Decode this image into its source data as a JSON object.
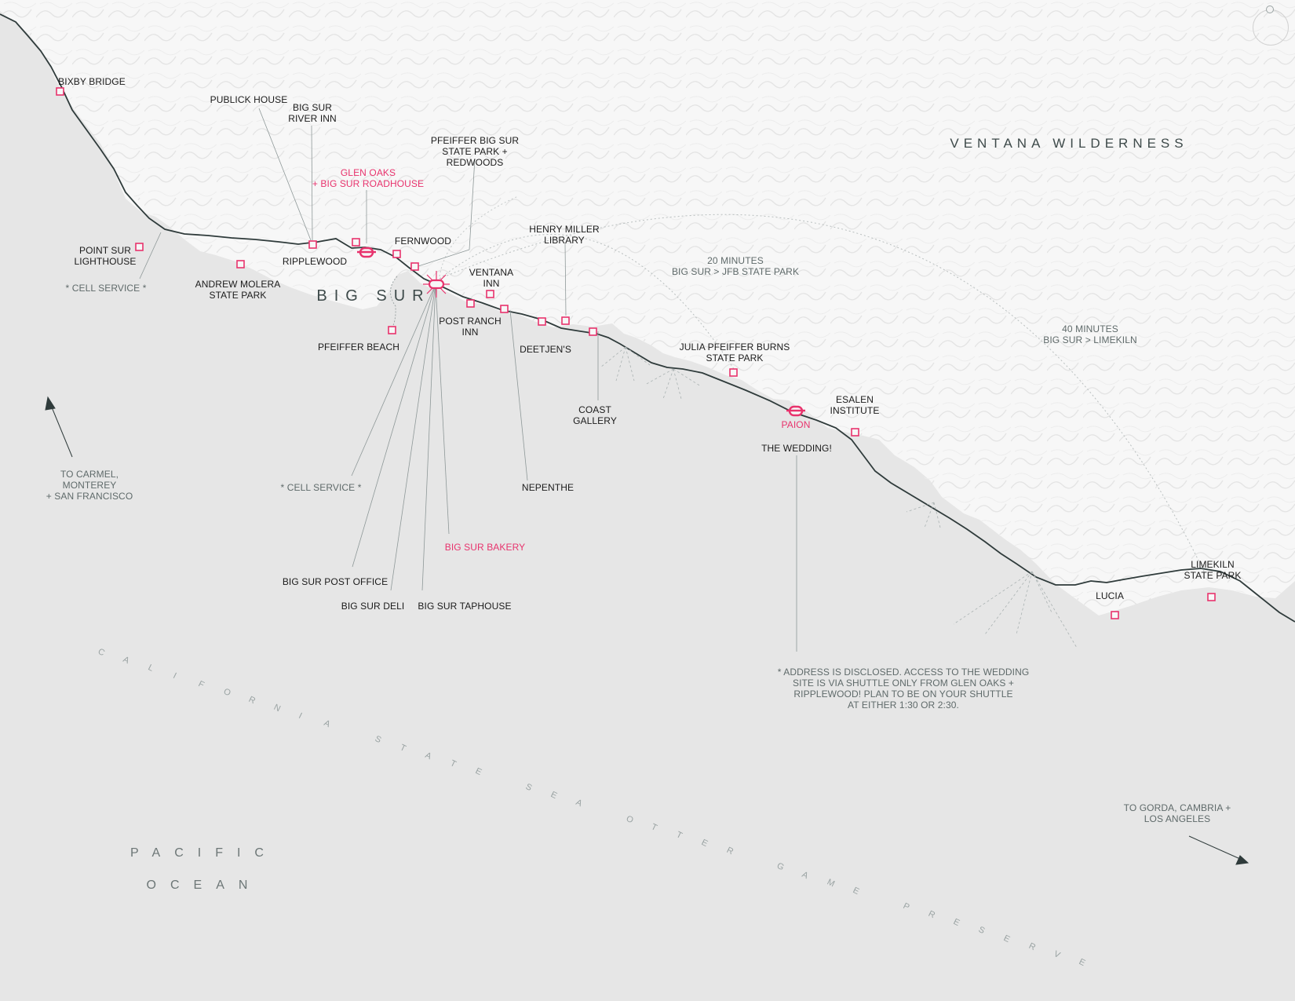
{
  "map": {
    "regions": {
      "ventana": "VENTANA WILDERNESS",
      "big_sur": "BIG SUR",
      "pacific": "PACIFIC",
      "ocean": "OCEAN",
      "preserve": "CALIFORNIA STATE SEA OTTER GAME PRESERVE"
    },
    "places": {
      "bixby": "BIXBY BRIDGE",
      "publick": "PUBLICK HOUSE",
      "river_inn": "BIG SUR\nRIVER INN",
      "pfeiffer_redwoods": "PFEIFFER BIG SUR\nSTATE PARK +\nREDWOODS",
      "glen_oaks": "GLEN OAKS\n+ BIG SUR ROADHOUSE",
      "point_sur": "POINT SUR\nLIGHTHOUSE",
      "ripplewood": "RIPPLEWOOD",
      "fernwood": "FERNWOOD",
      "henry_miller": "HENRY MILLER\nLIBRARY",
      "andrew_molera": "ANDREW MOLERA\nSTATE PARK",
      "ventana_inn": "VENTANA\nINN",
      "post_ranch": "POST RANCH\nINN",
      "pfeiffer_beach": "PFEIFFER BEACH",
      "deetjens": "DEETJEN'S",
      "julia_pfeiffer": "JULIA PFEIFFER BURNS\nSTATE PARK",
      "coast_gallery": "COAST\nGALLERY",
      "esalen": "ESALEN\nINSTITUTE",
      "paion": "PAION",
      "wedding": "THE WEDDING!",
      "nepenthe": "NEPENTHE",
      "bakery": "BIG SUR BAKERY",
      "post_office": "BIG SUR POST OFFICE",
      "deli": "BIG SUR DELI",
      "taphouse": "BIG SUR TAPHOUSE",
      "lucia": "LUCIA",
      "limekiln": "LIMEKILN\nSTATE PARK"
    },
    "notes": {
      "cell_service_1": "* CELL SERVICE *",
      "cell_service_2": "* CELL SERVICE *",
      "jfb_time": "20 MINUTES\nBIG SUR > JFB STATE PARK",
      "limekiln_time": "40 MINUTES\nBIG SUR > LIMEKILN",
      "to_north": "TO CARMEL,\nMONTEREY\n+ SAN FRANCISCO",
      "to_south": "TO GORDA, CAMBRIA +\nLOS ANGELES",
      "shuttle": "* ADDRESS IS DISCLOSED. ACCESS TO THE WEDDING\nSITE IS VIA SHUTTLE ONLY FROM GLEN OAKS +\nRIPPLEWOOD! PLAN TO BE ON YOUR SHUTTLE\nAT EITHER 1:30 OR 2:30."
    },
    "colors": {
      "highlight": "#e8336d",
      "road": "#2f3b3b",
      "land": "#f7f7f7",
      "water": "#e6e6e6"
    },
    "icons": {
      "marker": "square-ring-marker",
      "hub": "hub-ring-marker",
      "compass": "north-compass-icon"
    }
  }
}
